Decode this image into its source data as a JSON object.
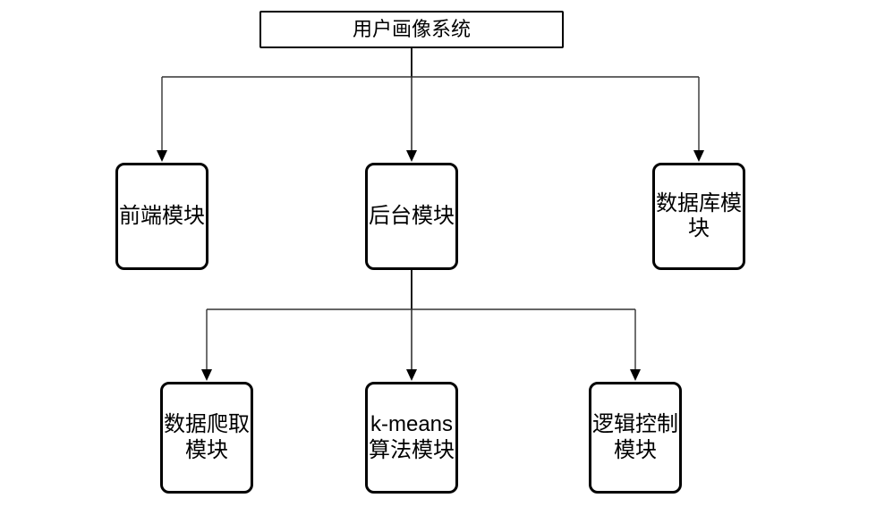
{
  "diagram": {
    "type": "flowchart",
    "title": "用户画像系统",
    "background_color": "#ffffff",
    "node_border_color": "#000000",
    "connector_color": "#333333",
    "text_color": "#000000",
    "nodes": {
      "root": {
        "label": "用户画像系统",
        "shape": "rectangle"
      },
      "frontend": {
        "label": "前端模块",
        "shape": "rounded-rectangle"
      },
      "backend": {
        "label": "后台模块",
        "shape": "rounded-rectangle"
      },
      "database": {
        "label": "数据库模块",
        "shape": "rounded-rectangle"
      },
      "crawler": {
        "label": "数据爬取模块",
        "shape": "rounded-rectangle"
      },
      "kmeans": {
        "label": "k-means算法模块",
        "shape": "rounded-rectangle"
      },
      "logic": {
        "label": "逻辑控制模块",
        "shape": "rounded-rectangle"
      }
    },
    "edges": [
      {
        "from": "root",
        "to": "frontend",
        "arrow": "down"
      },
      {
        "from": "root",
        "to": "backend",
        "arrow": "down"
      },
      {
        "from": "root",
        "to": "database",
        "arrow": "down"
      },
      {
        "from": "backend",
        "to": "crawler",
        "arrow": "down"
      },
      {
        "from": "backend",
        "to": "kmeans",
        "arrow": "down"
      },
      {
        "from": "backend",
        "to": "logic",
        "arrow": "down"
      }
    ]
  }
}
